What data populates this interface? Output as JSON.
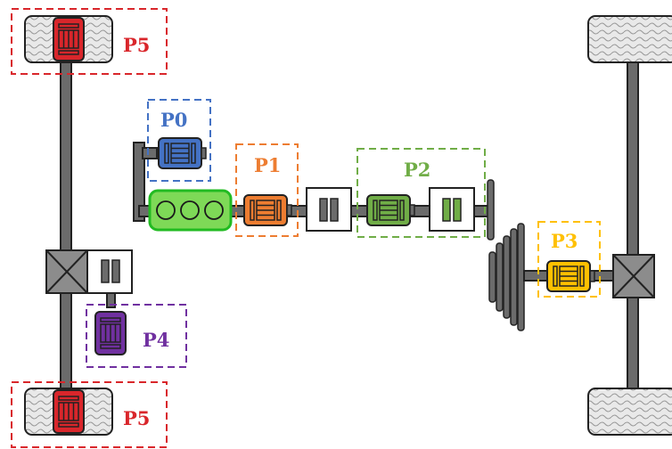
{
  "positions": {
    "p0": {
      "label": "P0",
      "color": "#4472c4"
    },
    "p1": {
      "label": "P1",
      "color": "#ed7d31"
    },
    "p2": {
      "label": "P2",
      "color": "#70ad47"
    },
    "p3": {
      "label": "P3",
      "color": "#ffc000"
    },
    "p4": {
      "label": "P4",
      "color": "#7030a0"
    },
    "p5_top": {
      "label": "P5",
      "color": "#d9262b"
    },
    "p5_bottom": {
      "label": "P5",
      "color": "#d9262b"
    }
  },
  "colors": {
    "engine_fill": "#7ed957",
    "engine_border": "#22bb22",
    "shaft": "#6b6b6b",
    "tire_fill": "#e8e8e8",
    "differential": "#8c8c8c"
  },
  "icons": [
    "electric-motor-icon",
    "tire-icon",
    "differential-icon",
    "gearbox-icon",
    "clutch-disc-icon",
    "engine-icon"
  ]
}
